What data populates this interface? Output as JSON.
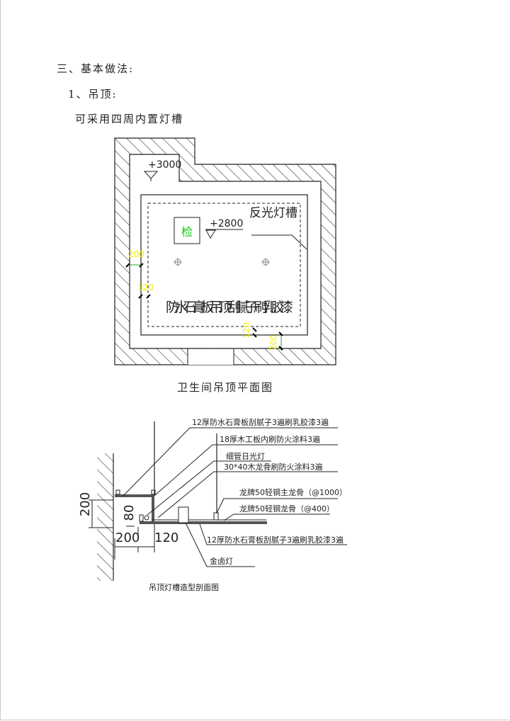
{
  "section_heading": "三、基本做法:",
  "subsection_heading": "1、吊顶:",
  "intro_text": "可采用四周内置灯槽",
  "plan": {
    "elev_top": "+3000",
    "elev_ceiling": "+2800",
    "label_cove": "反光灯槽",
    "label_ceiling": "防水石膏板吊顶刮腻子刷乳胶漆",
    "access_mark": "检",
    "dim_200_left": "200",
    "dim_120_left": "120",
    "dim_120_bottom": "120",
    "dim_200_bottom": "200",
    "caption": "卫生间吊顶平面图"
  },
  "section": {
    "notes": [
      "12厚防水石膏板刮腻子3遍刷乳胶漆3遍",
      "18厚木工板内刷防火涂料3遍",
      "细管日光灯",
      "30*40木龙骨刷防火涂料3遍",
      "龙牌50轻钢主龙骨（@1000）",
      "龙牌50轻钢龙骨（@400）",
      "12厚防水石膏板刮腻子3遍刷乳胶漆3遍",
      "金卤灯"
    ],
    "dim_200_vertical": "200",
    "dim_80": "80",
    "dim_200_horizontal": "200",
    "dim_120": "120",
    "caption": "吊顶灯槽造型剖面图"
  }
}
